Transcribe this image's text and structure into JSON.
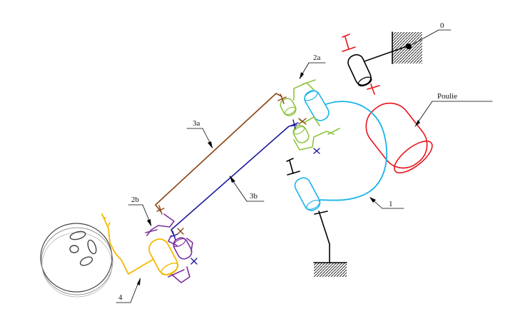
{
  "labels": {
    "ground": "0",
    "pulley": "Poulie",
    "part_2a": "2a",
    "part_2b": "2b",
    "part_3a": "3a",
    "part_3b": "3b",
    "part_1": "1",
    "part_4": "4"
  },
  "colors": {
    "ground": "#000000",
    "pulley": "#e8141c",
    "part_1": "#18b4ea",
    "part_2a": "#8dc63f",
    "part_2b": "#7b2fa0",
    "part_3a": "#8b4513",
    "part_3b": "#1a1a9a",
    "part_4": "#f5b800",
    "sphere": "#444444"
  }
}
